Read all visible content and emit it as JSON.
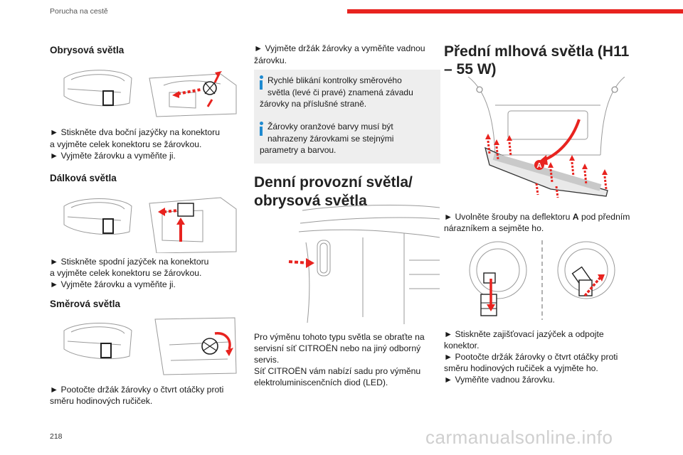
{
  "header": {
    "section": "Porucha na cestě"
  },
  "page_number": "218",
  "watermark": "carmanualsonline.info",
  "col1": {
    "s1": {
      "title": "Obrysová světla",
      "lines": [
        "► Stiskněte dva boční jazýčky na konektoru",
        "a vyjměte celek konektoru se žárovkou.",
        "► Vyjměte žárovku a vyměňte ji."
      ]
    },
    "s2": {
      "title": "Dálková světla",
      "lines": [
        "► Stiskněte spodní jazýček na konektoru",
        "a vyjměte celek konektoru se žárovkou.",
        "► Vyjměte žárovku a vyměňte ji."
      ]
    },
    "s3": {
      "title": "Směrová světla",
      "lines": [
        "► Pootočte držák žárovky o čtvrt otáčky proti",
        "směru hodinových ručiček."
      ]
    }
  },
  "col2": {
    "intro": [
      "► Vyjměte držák žárovky a vyměňte vadnou",
      "žárovku."
    ],
    "info1": [
      "Rychlé blikání kontrolky směrového",
      "světla (levé či pravé) znamená závadu",
      "žárovky na příslušné straně."
    ],
    "info2": [
      "Žárovky oranžové barvy musí být",
      "nahrazeny žárovkami se stejnými",
      "parametry a barvou."
    ],
    "title_lines": [
      "Denní provozní světla/",
      "obrysová světla"
    ],
    "body": [
      "Pro výměnu tohoto typu světla se obraťte na",
      "servisní síť CITROËN nebo na jiný odborný",
      "servis.",
      "Síť CITROËN vám nabízí sadu pro výměnu",
      "elektroluminiscenčních diod (LED)."
    ]
  },
  "col3": {
    "title_lines": [
      "Přední mlhová světla (H11",
      "– 55 W)"
    ],
    "label_a": "A",
    "step1": {
      "pre": "► Uvolněte šrouby na deflektoru ",
      "bold": "A",
      "post": " pod předním",
      "line2": "nárazníkem a sejměte ho."
    },
    "steps": [
      "► Stiskněte zajišťovací jazýček a odpojte",
      "konektor.",
      "► Pootočte držák žárovky o čtvrt otáčky proti",
      "směru hodinových ručiček a vyjměte ho.",
      "► Vyměňte vadnou žárovku."
    ]
  },
  "colors": {
    "accent": "#e8231f",
    "info_icon": "#1f8ad0",
    "info_bg": "#eeeeee"
  }
}
